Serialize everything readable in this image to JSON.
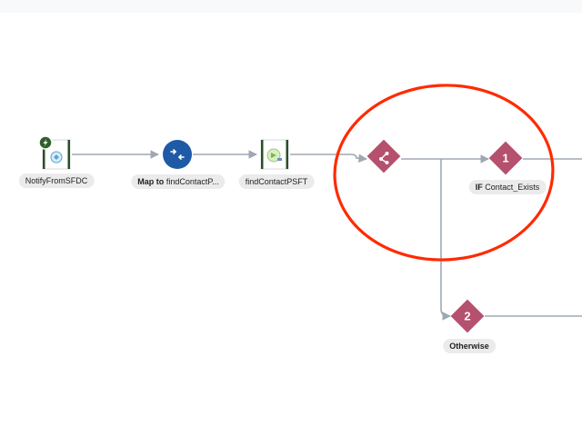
{
  "canvas": {
    "colors": {
      "line": "#9ea8b3",
      "diamond": "#b5506e",
      "map": "#1f5aa6",
      "trigger_border": "#2b4f26",
      "badge": "#2f5e2a",
      "highlight": "#ff2a00",
      "label_bg": "#ebebeb"
    },
    "nodes": {
      "trigger": {
        "label": "NotifyFromSFDC",
        "icon": "trigger-icon",
        "badge_icon": "lightning-icon"
      },
      "map": {
        "label_prefix": "Map to",
        "label": "findContactP...",
        "icon": "map-icon"
      },
      "invoke": {
        "label": "findContactPSFT",
        "icon": "invoke-icon"
      },
      "switch": {
        "icon": "switch-icon"
      },
      "branch1": {
        "number": "1",
        "label_prefix": "IF",
        "label": "Contact_Exists"
      },
      "branch2": {
        "number": "2",
        "label": "Otherwise"
      }
    }
  }
}
